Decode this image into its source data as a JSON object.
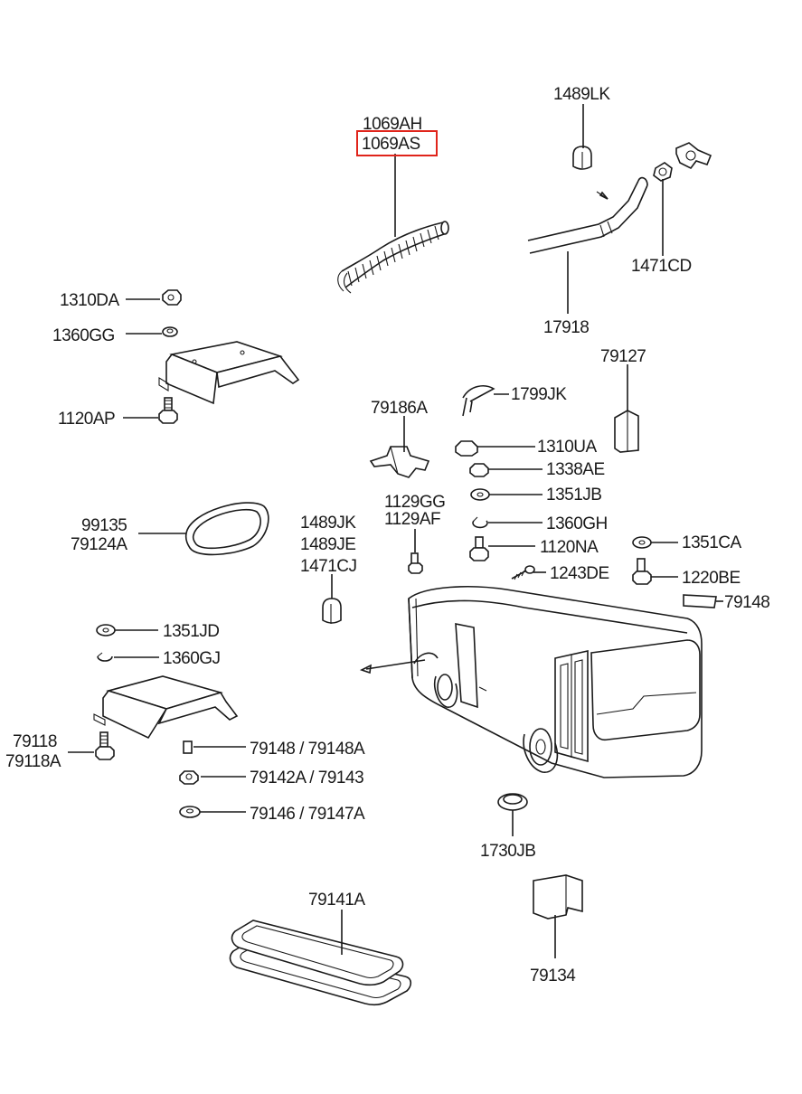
{
  "highlight_color": "#e0241b",
  "labels": {
    "p1069AH": "1069AH",
    "p1069AS": "1069AS",
    "p1489LK": "1489LK",
    "p1471CD": "1471CD",
    "p17918": "17918",
    "p1310DA": "1310DA",
    "p1360GG": "1360GG",
    "p1120AP": "1120AP",
    "p79127": "79127",
    "p1799JK": "1799JK",
    "p79186A": "79186A",
    "p1310UA": "1310UA",
    "p1338AE": "1338AE",
    "p1351JB": "1351JB",
    "p1129GG": "1129GG",
    "p1129AF": "1129AF",
    "p1360GH": "1360GH",
    "p99135": "99135",
    "p79124A": "79124A",
    "p1489JK": "1489JK",
    "p1489JE": "1489JE",
    "p1471CJ": "1471CJ",
    "p1351CA": "1351CA",
    "p1120NA": "1120NA",
    "p1243DE": "1243DE",
    "p1220BE": "1220BE",
    "p79148": "79148",
    "p1351JD": "1351JD",
    "p1360GJ": "1360GJ",
    "p79118": "79118",
    "p79118A": "79118A",
    "p79148_79148A": "79148 / 79148A",
    "p79142A_79143": "79142A / 79143",
    "p79146_79147A": "79146 / 79147A",
    "p1730JB": "1730JB",
    "p79141A": "79141A",
    "p79134": "79134"
  }
}
